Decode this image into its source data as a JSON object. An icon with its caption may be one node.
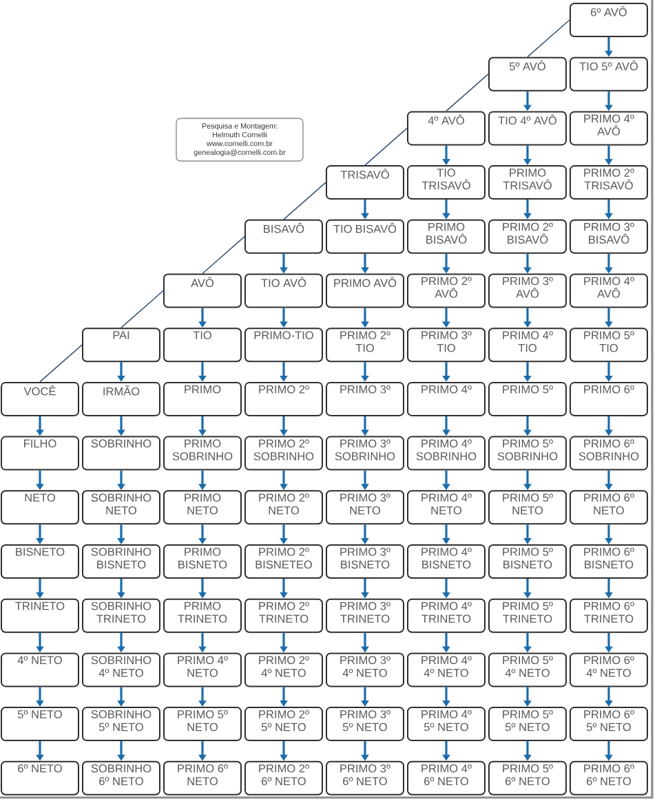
{
  "diagram": {
    "nodes": [
      {
        "text": [
          "6º AVÔ"
        ]
      },
      {
        "text": [
          "5º AVÔ"
        ]
      },
      {
        "text": [
          "TIO 5º AVÔ"
        ]
      },
      {
        "text": [
          "Pesquisa e Montagem:",
          "Helmuth Cornelli",
          "www.cornelli.com.br",
          "genealogia@cornelli.com.br"
        ]
      },
      {
        "text": [
          "4º AVÔ"
        ]
      },
      {
        "text": [
          "TIO 4º AVÔ"
        ]
      },
      {
        "text": [
          "PRIMO 4º AVÔ"
        ]
      },
      {
        "text": [
          "TRISAVÔ"
        ]
      },
      {
        "text": [
          "TIO TRISAVÔ"
        ]
      },
      {
        "text": [
          "PRIMO TRISAVÔ"
        ]
      },
      {
        "text": [
          "PRIMO 2º TRISAVÔ"
        ]
      },
      {
        "text": [
          "BISAVÔ"
        ]
      },
      {
        "text": [
          "TIO BISAVÔ"
        ]
      },
      {
        "text": [
          "PRIMO BISAVÔ"
        ]
      },
      {
        "text": [
          "PRIMO 2º BISAVÔ"
        ]
      },
      {
        "text": [
          "PRIMO 3º BISAVÔ"
        ]
      },
      {
        "text": [
          "AVÔ"
        ]
      },
      {
        "text": [
          "TIO AVÔ"
        ]
      },
      {
        "text": [
          "PRIMO AVÔ"
        ]
      },
      {
        "text": [
          "PRIMO 2º AVÔ"
        ]
      },
      {
        "text": [
          "PRIMO 3º AVÔ"
        ]
      },
      {
        "text": [
          "PRIMO 4º AVÔ"
        ]
      },
      {
        "text": [
          "PAI"
        ]
      },
      {
        "text": [
          "TIO"
        ]
      },
      {
        "text": [
          "PRIMO-TIO"
        ]
      },
      {
        "text": [
          "PRIMO 2º TIO"
        ]
      },
      {
        "text": [
          "PRIMO 3º TIO"
        ]
      },
      {
        "text": [
          "PRIMO 4º TIO"
        ]
      },
      {
        "text": [
          "PRIMO 5º TIO"
        ]
      },
      {
        "text": [
          "VOCÊ"
        ]
      },
      {
        "text": [
          "IRMÃO"
        ]
      },
      {
        "text": [
          "PRIMO"
        ]
      },
      {
        "text": [
          "PRIMO 2º"
        ]
      },
      {
        "text": [
          "PRIMO 3º"
        ]
      },
      {
        "text": [
          "PRIMO 4º"
        ]
      },
      {
        "text": [
          "PRIMO 5º"
        ]
      },
      {
        "text": [
          "PRIMO 6º"
        ]
      },
      {
        "text": [
          "FILHO"
        ]
      },
      {
        "text": [
          "SOBRINHO"
        ]
      },
      {
        "text": [
          "PRIMO SOBRINHO"
        ]
      },
      {
        "text": [
          "PRIMO 2º SOBRINHO"
        ]
      },
      {
        "text": [
          "PRIMO 3º SOBRINHO"
        ]
      },
      {
        "text": [
          "PRIMO 4º SOBRINHO"
        ]
      },
      {
        "text": [
          "PRIMO 5º SOBRINHO"
        ]
      },
      {
        "text": [
          "PRIMO 6º SOBRINHO"
        ]
      },
      {
        "text": [
          "NETO"
        ]
      },
      {
        "text": [
          "SOBRINHO NETO"
        ]
      },
      {
        "text": [
          "PRIMO NETO"
        ]
      },
      {
        "text": [
          "PRIMO 2º NETO"
        ]
      },
      {
        "text": [
          "PRIMO 3º NETO"
        ]
      },
      {
        "text": [
          "PRIMO 4º NETO"
        ]
      },
      {
        "text": [
          "PRIMO 5º NETO"
        ]
      },
      {
        "text": [
          "PRIMO 6º NETO"
        ]
      },
      {
        "text": [
          "BISNETO"
        ]
      },
      {
        "text": [
          "SOBRINHO BISNETO"
        ]
      },
      {
        "text": [
          "PRIMO BISNETO"
        ]
      },
      {
        "text": [
          "PRIMO 2º BISNETEO"
        ]
      },
      {
        "text": [
          "PRIMO 3º BISNETO"
        ]
      },
      {
        "text": [
          "PRIMO 4º BISNETO"
        ]
      },
      {
        "text": [
          "PRIMO 5º BISNETO"
        ]
      },
      {
        "text": [
          "PRIMO 6º BISNETO"
        ]
      },
      {
        "text": [
          "TRINETO"
        ]
      },
      {
        "text": [
          "SOBRINHO TRINETO"
        ]
      },
      {
        "text": [
          "PRIMO TRINETO"
        ]
      },
      {
        "text": [
          "PRIMO 2º TRINETO"
        ]
      },
      {
        "text": [
          "PRIMO 3º TRINETO"
        ]
      },
      {
        "text": [
          "PRIMO 4º TRINETO"
        ]
      },
      {
        "text": [
          "PRIMO 5º TRINETO"
        ]
      },
      {
        "text": [
          "PRIMO 6º TRINETO"
        ]
      },
      {
        "text": [
          "4º NETO"
        ]
      },
      {
        "text": [
          "SOBRINHO 4º NETO"
        ]
      },
      {
        "text": [
          "PRIMO 4º NETO"
        ]
      },
      {
        "text": [
          "PRIMO 2º 4º NETO"
        ]
      },
      {
        "text": [
          "PRIMO 3º 4º NETO"
        ]
      },
      {
        "text": [
          "PRIMO 4º 4º NETO"
        ]
      },
      {
        "text": [
          "PRIMO 5º 4º NETO"
        ]
      },
      {
        "text": [
          "PRIMO 6º 4º NETO"
        ]
      },
      {
        "text": [
          "5º NETO"
        ]
      },
      {
        "text": [
          "SOBRINHO 5º NETO"
        ]
      },
      {
        "text": [
          "PRIMO 5º NETO"
        ]
      },
      {
        "text": [
          "PRIMO 2º 5º NETO"
        ]
      },
      {
        "text": [
          "PRIMO 3º 5º NETO"
        ]
      },
      {
        "text": [
          "PRIMO 4º 5º NETO"
        ]
      },
      {
        "text": [
          "PRIMO 5º 5º NETO"
        ]
      },
      {
        "text": [
          "PRIMO 6º 5º NETO"
        ]
      },
      {
        "text": [
          "6º NETO"
        ]
      },
      {
        "text": [
          "SOBRINHO 6º NETO"
        ]
      },
      {
        "text": [
          "PRIMO 6º NETO"
        ]
      },
      {
        "text": [
          "PRIMO 2º 6º NETO"
        ]
      },
      {
        "text": [
          "PRIMO 3º 6º NETO"
        ]
      },
      {
        "text": [
          "PRIMO 4º 6º NETO"
        ]
      },
      {
        "text": [
          "PRIMO 5º 6º NETO"
        ]
      },
      {
        "text": [
          "PRIMO 6º 6º NETO"
        ]
      }
    ],
    "edges": [
      {
        "from": 29,
        "to": 22,
        "arrow": "none",
        "color": "#3a5574"
      },
      {
        "from": 22,
        "to": 16,
        "arrow": "none",
        "color": "#3a5574"
      },
      {
        "from": 16,
        "to": 11,
        "arrow": "none",
        "color": "#3a5574"
      },
      {
        "from": 11,
        "to": 7,
        "arrow": "none",
        "color": "#3a5574"
      },
      {
        "from": 7,
        "to": 4,
        "arrow": "none",
        "color": "#3a5574"
      },
      {
        "from": 4,
        "to": 1,
        "arrow": "none",
        "color": "#3a5574"
      },
      {
        "from": 1,
        "to": 0,
        "arrow": "none",
        "color": "#3a5574"
      },
      {
        "from": 29,
        "to": 37,
        "arrow": "to"
      },
      {
        "from": 37,
        "to": 45,
        "arrow": "to"
      },
      {
        "from": 45,
        "to": 53,
        "arrow": "to"
      },
      {
        "from": 53,
        "to": 61,
        "arrow": "to"
      },
      {
        "from": 61,
        "to": 69,
        "arrow": "to"
      },
      {
        "from": 69,
        "to": 77,
        "arrow": "to"
      },
      {
        "from": 77,
        "to": 85,
        "arrow": "to"
      },
      {
        "from": 22,
        "to": 30,
        "arrow": "to"
      },
      {
        "from": 30,
        "to": 38,
        "arrow": "to"
      },
      {
        "from": 38,
        "to": 46,
        "arrow": "to"
      },
      {
        "from": 46,
        "to": 54,
        "arrow": "to"
      },
      {
        "from": 54,
        "to": 62,
        "arrow": "to"
      },
      {
        "from": 62,
        "to": 70,
        "arrow": "to"
      },
      {
        "from": 70,
        "to": 78,
        "arrow": "to"
      },
      {
        "from": 78,
        "to": 86,
        "arrow": "to"
      },
      {
        "from": 16,
        "to": 23,
        "arrow": "to"
      },
      {
        "from": 23,
        "to": 31,
        "arrow": "to"
      },
      {
        "from": 31,
        "to": 39,
        "arrow": "to"
      },
      {
        "from": 39,
        "to": 47,
        "arrow": "to"
      },
      {
        "from": 47,
        "to": 55,
        "arrow": "to"
      },
      {
        "from": 55,
        "to": 63,
        "arrow": "to"
      },
      {
        "from": 63,
        "to": 71,
        "arrow": "to"
      },
      {
        "from": 71,
        "to": 79,
        "arrow": "to"
      },
      {
        "from": 79,
        "to": 87,
        "arrow": "to"
      },
      {
        "from": 11,
        "to": 17,
        "arrow": "to"
      },
      {
        "from": 17,
        "to": 24,
        "arrow": "to"
      },
      {
        "from": 24,
        "to": 32,
        "arrow": "to"
      },
      {
        "from": 32,
        "to": 40,
        "arrow": "to"
      },
      {
        "from": 40,
        "to": 48,
        "arrow": "to"
      },
      {
        "from": 48,
        "to": 56,
        "arrow": "to"
      },
      {
        "from": 56,
        "to": 64,
        "arrow": "to"
      },
      {
        "from": 64,
        "to": 72,
        "arrow": "to"
      },
      {
        "from": 72,
        "to": 80,
        "arrow": "to"
      },
      {
        "from": 80,
        "to": 88,
        "arrow": "to"
      },
      {
        "from": 7,
        "to": 12,
        "arrow": "to"
      },
      {
        "from": 12,
        "to": 18,
        "arrow": "to"
      },
      {
        "from": 18,
        "to": 25,
        "arrow": "to"
      },
      {
        "from": 25,
        "to": 33,
        "arrow": "to"
      },
      {
        "from": 33,
        "to": 41,
        "arrow": "to"
      },
      {
        "from": 41,
        "to": 49,
        "arrow": "to"
      },
      {
        "from": 49,
        "to": 57,
        "arrow": "to"
      },
      {
        "from": 57,
        "to": 65,
        "arrow": "to"
      },
      {
        "from": 65,
        "to": 73,
        "arrow": "to"
      },
      {
        "from": 73,
        "to": 81,
        "arrow": "to"
      },
      {
        "from": 81,
        "to": 89,
        "arrow": "to"
      },
      {
        "from": 4,
        "to": 8,
        "arrow": "to"
      },
      {
        "from": 8,
        "to": 13,
        "arrow": "to"
      },
      {
        "from": 13,
        "to": 19,
        "arrow": "to"
      },
      {
        "from": 19,
        "to": 26,
        "arrow": "to"
      },
      {
        "from": 26,
        "to": 34,
        "arrow": "to"
      },
      {
        "from": 34,
        "to": 42,
        "arrow": "to"
      },
      {
        "from": 42,
        "to": 50,
        "arrow": "to"
      },
      {
        "from": 50,
        "to": 58,
        "arrow": "to"
      },
      {
        "from": 58,
        "to": 66,
        "arrow": "to"
      },
      {
        "from": 66,
        "to": 74,
        "arrow": "to"
      },
      {
        "from": 74,
        "to": 82,
        "arrow": "to"
      },
      {
        "from": 82,
        "to": 90,
        "arrow": "to"
      },
      {
        "from": 1,
        "to": 5,
        "arrow": "to"
      },
      {
        "from": 5,
        "to": 9,
        "arrow": "to"
      },
      {
        "from": 9,
        "to": 14,
        "arrow": "to"
      },
      {
        "from": 14,
        "to": 20,
        "arrow": "to"
      },
      {
        "from": 20,
        "to": 27,
        "arrow": "to"
      },
      {
        "from": 27,
        "to": 35,
        "arrow": "to"
      },
      {
        "from": 35,
        "to": 43,
        "arrow": "to"
      },
      {
        "from": 43,
        "to": 51,
        "arrow": "to"
      },
      {
        "from": 51,
        "to": 59,
        "arrow": "to"
      },
      {
        "from": 59,
        "to": 67,
        "arrow": "to"
      },
      {
        "from": 67,
        "to": 75,
        "arrow": "to"
      },
      {
        "from": 75,
        "to": 83,
        "arrow": "to"
      },
      {
        "from": 83,
        "to": 91,
        "arrow": "to"
      },
      {
        "from": 0,
        "to": 2,
        "arrow": "to"
      },
      {
        "from": 2,
        "to": 6,
        "arrow": "to"
      },
      {
        "from": 6,
        "to": 10,
        "arrow": "to"
      },
      {
        "from": 10,
        "to": 15,
        "arrow": "to"
      },
      {
        "from": 15,
        "to": 21,
        "arrow": "to"
      },
      {
        "from": 21,
        "to": 28,
        "arrow": "to"
      },
      {
        "from": 28,
        "to": 36,
        "arrow": "to"
      },
      {
        "from": 36,
        "to": 44,
        "arrow": "to"
      },
      {
        "from": 44,
        "to": 52,
        "arrow": "to"
      },
      {
        "from": 52,
        "to": 60,
        "arrow": "to"
      },
      {
        "from": 60,
        "to": 68,
        "arrow": "to"
      },
      {
        "from": 68,
        "to": 76,
        "arrow": "to"
      },
      {
        "from": 76,
        "to": 84,
        "arrow": "to"
      },
      {
        "from": 84,
        "to": 92,
        "arrow": "to"
      }
    ]
  }
}
